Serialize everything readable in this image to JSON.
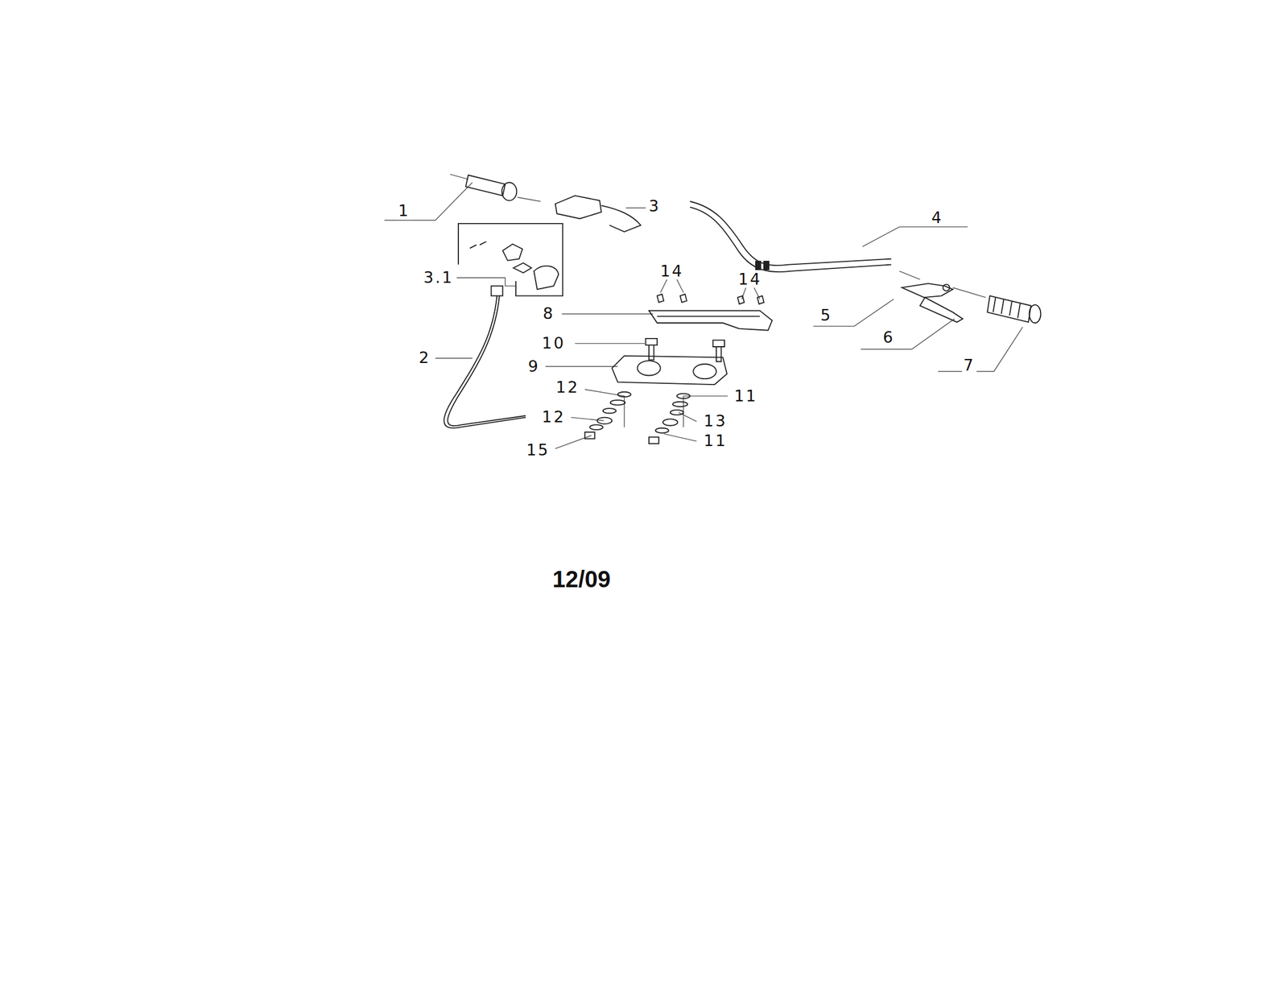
{
  "diagram": {
    "labels": [
      "1",
      "3",
      "3.1",
      "2",
      "4",
      "14",
      "14",
      "8",
      "10",
      "9",
      "12",
      "11",
      "12",
      "13",
      "11",
      "15",
      "5",
      "6",
      "7",
      "12/09"
    ]
  }
}
